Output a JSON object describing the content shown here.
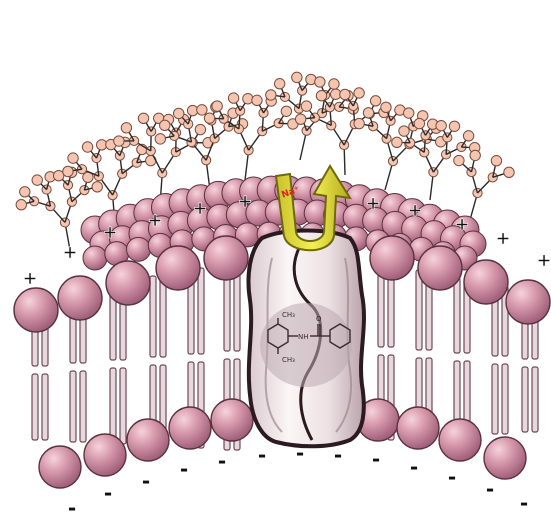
{
  "diagram": {
    "ion_label": "Na⁺",
    "outer_charge_symbol": "+",
    "inner_charge_symbol": "-",
    "molecule_labels": {
      "methyl_1": "CH₃",
      "methyl_2": "CH₃",
      "amine": "NH",
      "carbonyl_o": "O"
    }
  },
  "colors": {
    "head_fill": "#c98a9f",
    "head_highlight": "#f0c7d3",
    "head_stroke": "#5a3340",
    "tail_stroke": "#6b4a55",
    "tail_fill": "#e8d8dd",
    "glyco_stroke": "#2a2a2a",
    "glyco_node": "#f4c6b2",
    "channel_outline": "#2b1a20",
    "channel_fill": "#f4ecee",
    "channel_shadow": "#b9a6ac",
    "arrow_fill": "#e8e23c",
    "arrow_dark": "#8e8612",
    "ion_color": "#d8261e"
  }
}
